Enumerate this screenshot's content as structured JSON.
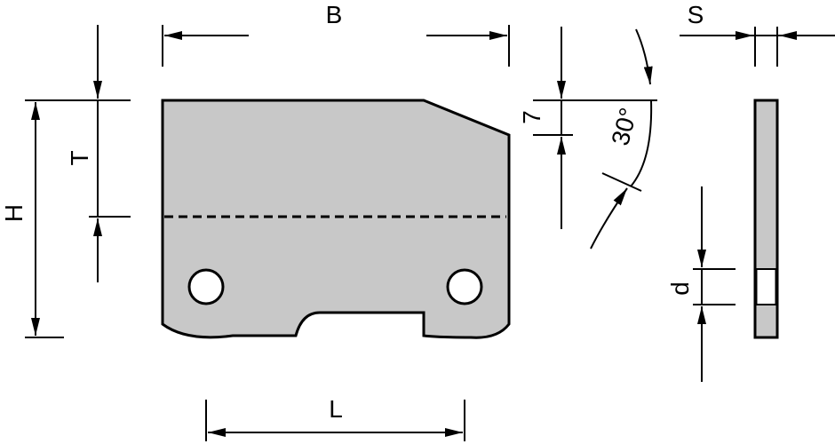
{
  "labels": {
    "width": "B",
    "height": "H",
    "top": "T",
    "length": "L",
    "offset": "7",
    "angle": "30°",
    "thickness": "S",
    "hole_diameter": "d"
  },
  "colors": {
    "part_fill": "#c8c8c8",
    "hole_fill": "#ffffff",
    "line": "#000000"
  }
}
